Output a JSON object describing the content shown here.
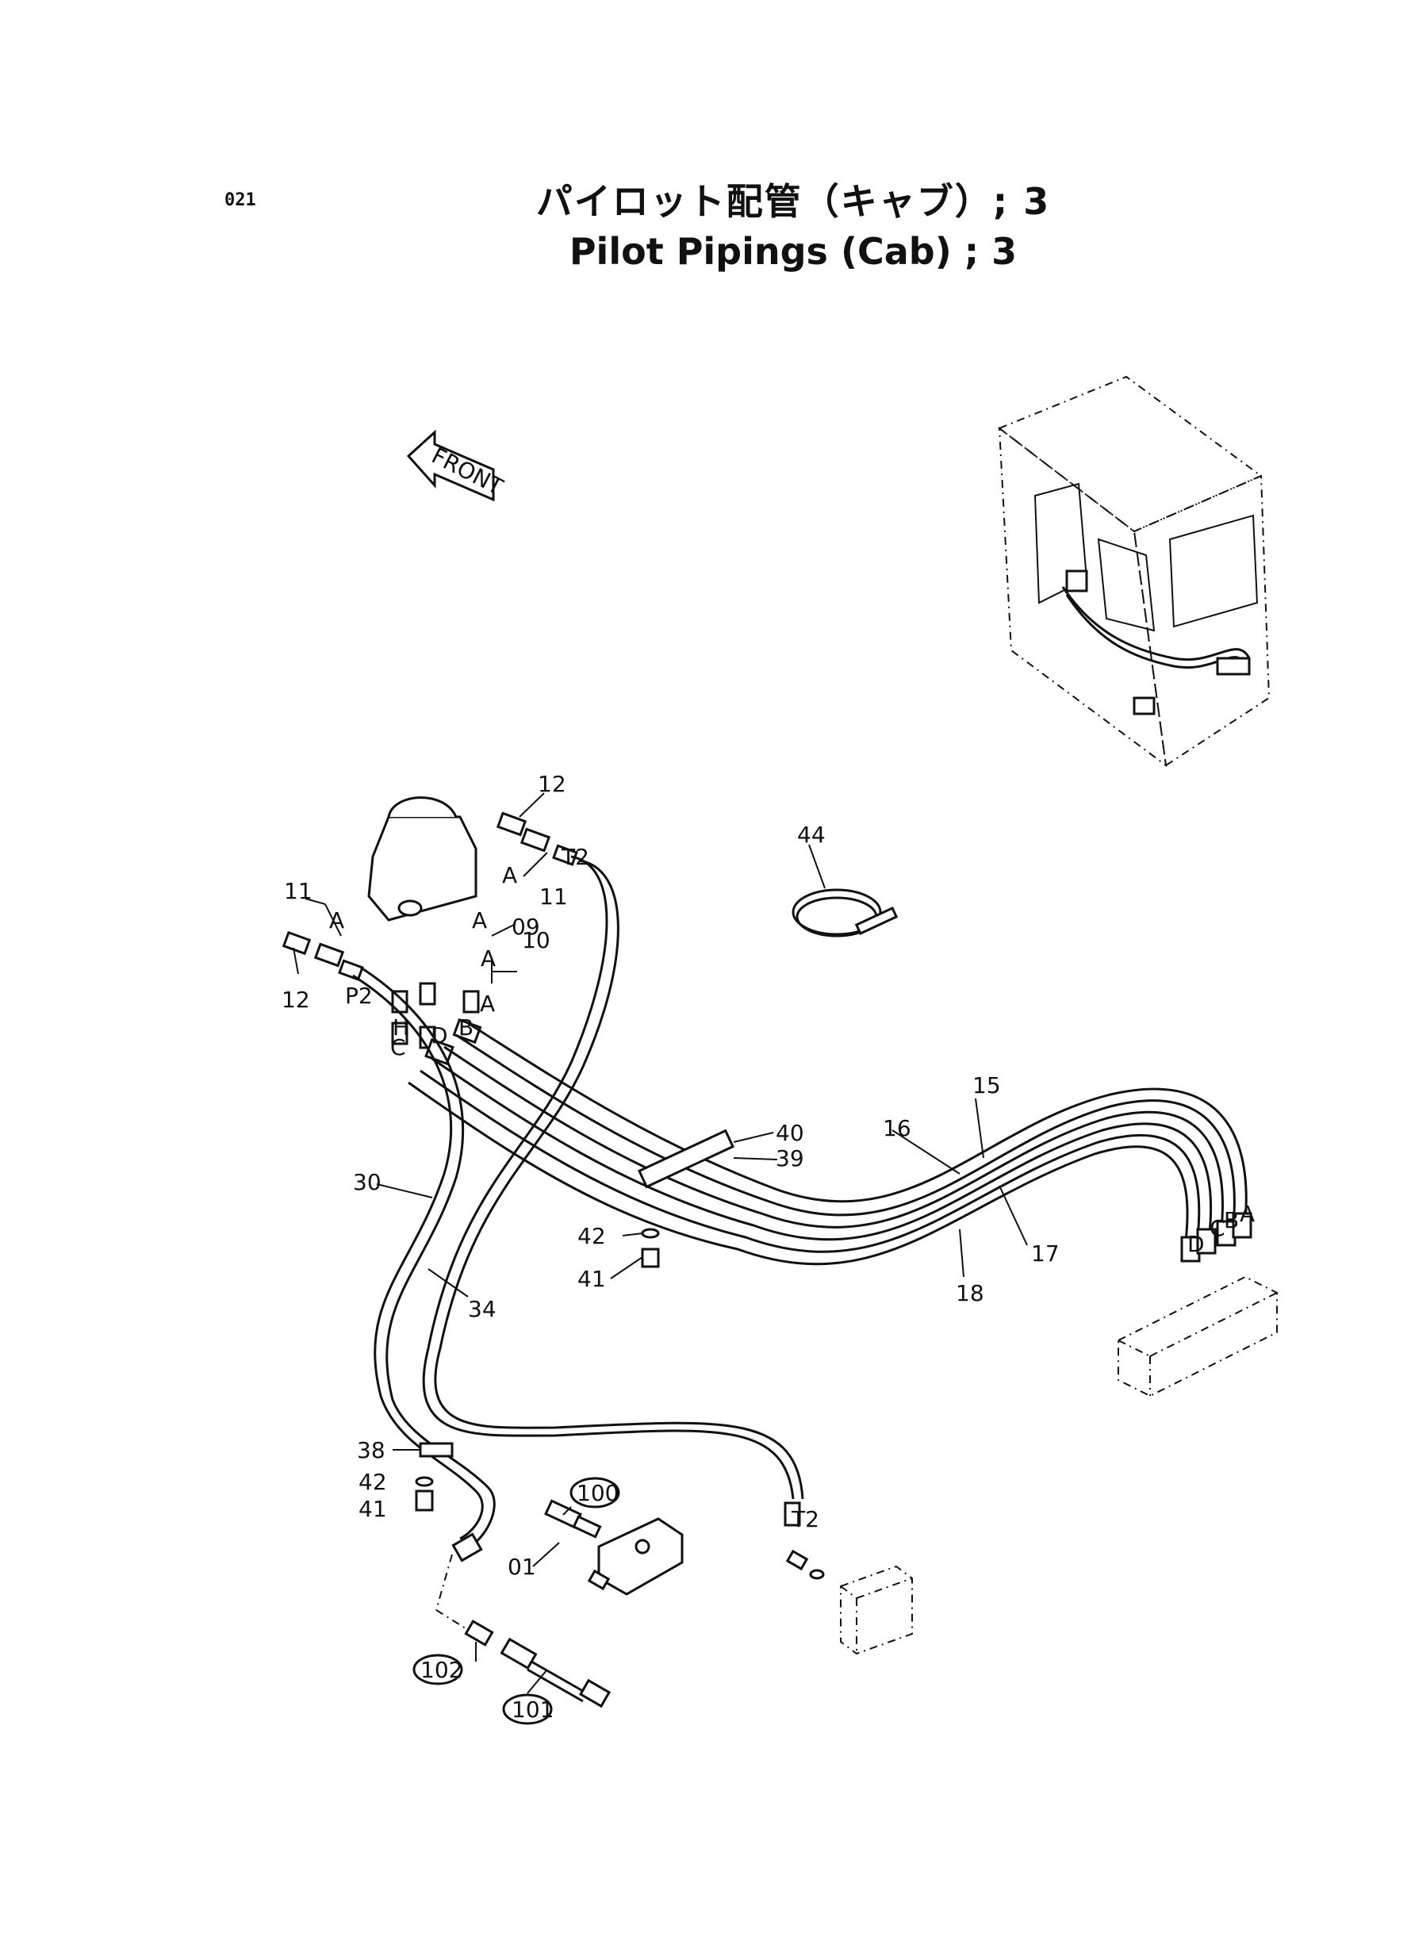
{
  "page_number": "021",
  "title_jp": "パイロット配管（キャブ）; 3",
  "title_en": "Pilot Pipings (Cab) ; 3",
  "front_label": "FRONT",
  "labels": {
    "p12a": "12",
    "p12b": "12",
    "p11a": "11",
    "p11b": "11",
    "p09": "09",
    "p10": "10",
    "p15": "15",
    "p16": "16",
    "p17": "17",
    "p18": "18",
    "p30": "30",
    "p34": "34",
    "p38": "38",
    "p39": "39",
    "p40": "40",
    "p41a": "41",
    "p41b": "41",
    "p42a": "42",
    "p42b": "42",
    "p44": "44",
    "p01": "01",
    "p100": "100",
    "p101": "101",
    "p102": "102",
    "t2a": "T2",
    "t2b": "T2",
    "p2": "P2",
    "port_a1": "A",
    "port_a2": "A",
    "port_a3": "A",
    "port_a4": "A",
    "port_a5": "A",
    "port_b": "B",
    "port_c": "C",
    "port_d": "D",
    "port_h": "H",
    "conn_a": "A",
    "conn_b": "B",
    "conn_c": "C",
    "conn_d": "D"
  }
}
